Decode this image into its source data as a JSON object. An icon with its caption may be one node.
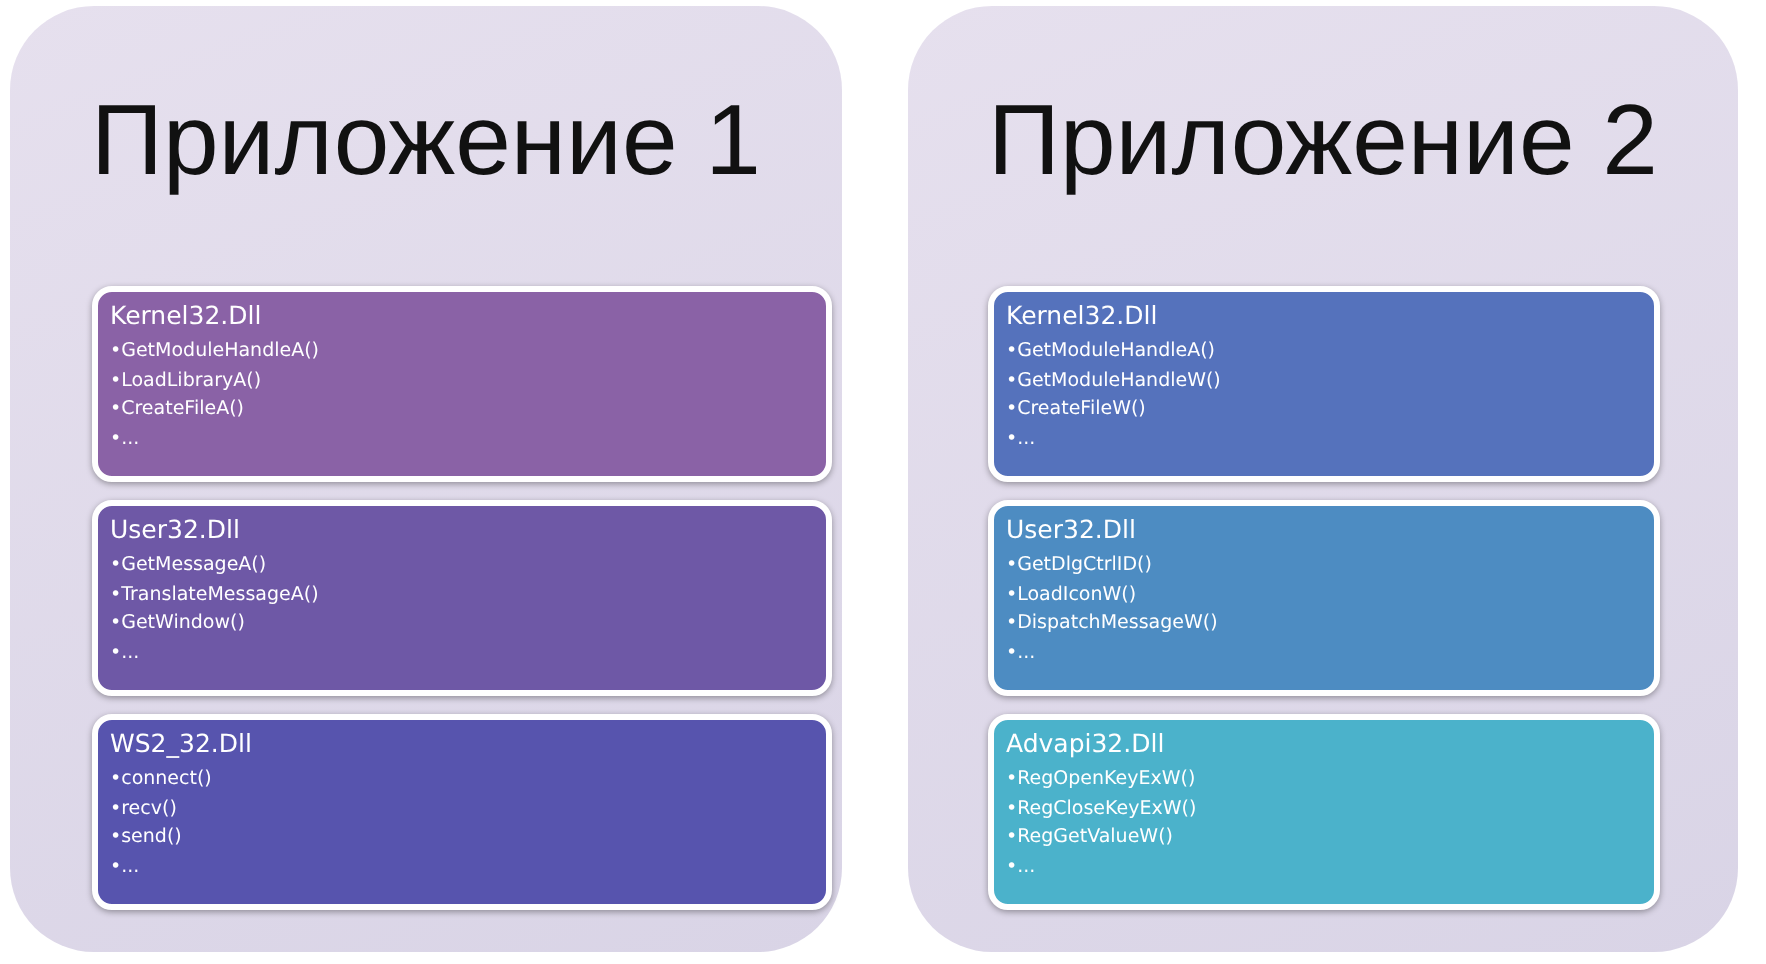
{
  "diagram": {
    "nodes": [
      {
        "text": [
          "Приложение 1"
        ]
      },
      {
        "text": [
          "Kernel32.Dll",
          "•GetModuleHandleA()",
          "•LoadLibraryA()",
          "•CreateFileA()",
          "•..."
        ],
        "in": 0
      },
      {
        "text": [
          "User32.Dll",
          "•GetMessageA()",
          "•TranslateMessageA()",
          "•GetWindow()",
          "•..."
        ],
        "in": 0
      },
      {
        "text": [
          "WS2_32.Dll",
          "•connect()",
          "•recv()",
          "•send()",
          "•..."
        ],
        "in": 0
      },
      {
        "text": [
          "Приложение 2"
        ]
      },
      {
        "text": [
          "Kernel32.Dll",
          "•GetModuleHandleA()",
          "•GetModuleHandleW()",
          "•CreateFileW()",
          "•..."
        ],
        "in": 4
      },
      {
        "text": [
          "User32.Dll",
          "•GetDlgCtrlID()",
          "•LoadIconW()",
          "•DispatchMessageW()",
          "•..."
        ],
        "in": 4
      },
      {
        "text": [
          "Advapi32.Dll",
          "•RegOpenKeyExW()",
          "•RegCloseKeyExW()",
          "•RegGetValueW()",
          "•..."
        ],
        "in": 4
      }
    ]
  }
}
